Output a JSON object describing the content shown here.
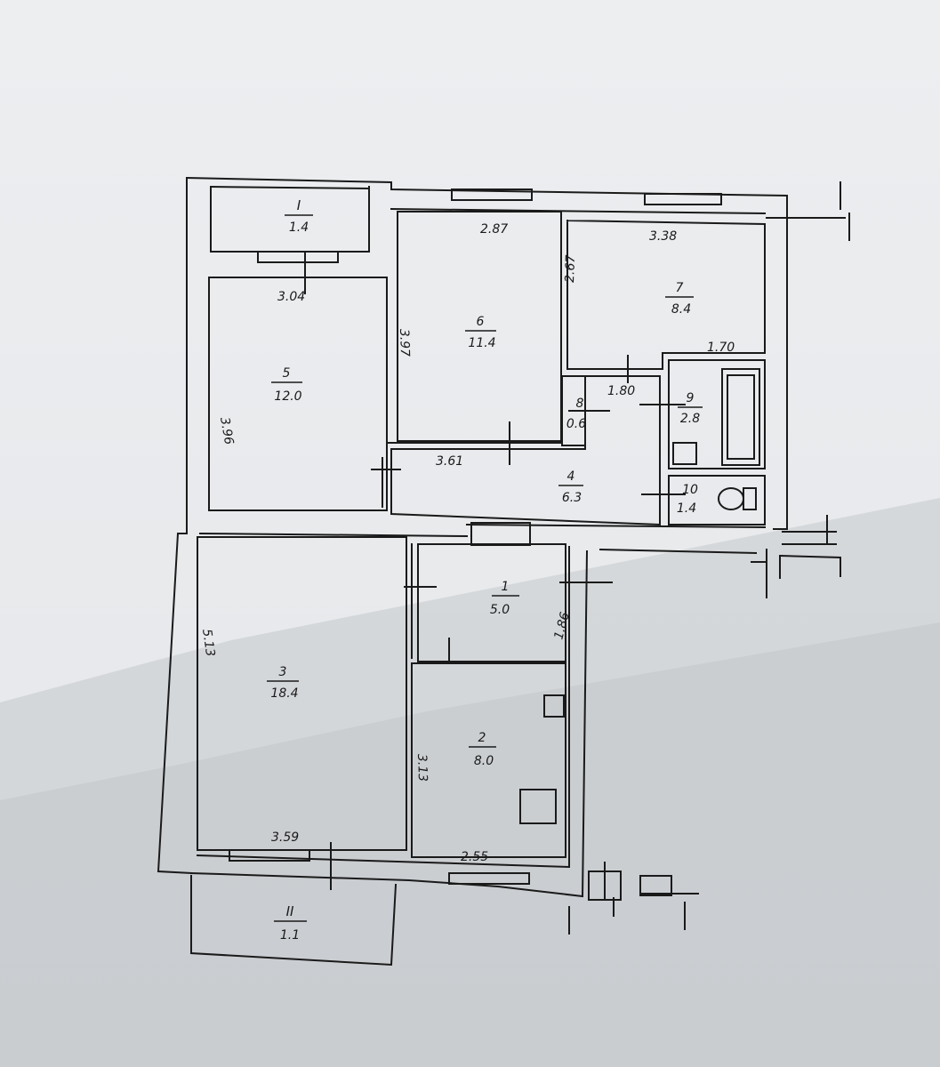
{
  "colors": {
    "paper": "#e9ebed",
    "line": "#1a1a1a",
    "shadow": "#b9bdc1"
  },
  "balconies": {
    "I": {
      "label": "I",
      "area": "1.4"
    },
    "II": {
      "label": "II",
      "area": "1.1"
    }
  },
  "rooms": {
    "r1": {
      "num": "1",
      "area": "5.0"
    },
    "r2": {
      "num": "2",
      "area": "8.0"
    },
    "r3": {
      "num": "3",
      "area": "18.4"
    },
    "r4": {
      "num": "4",
      "area": "6.3"
    },
    "r5": {
      "num": "5",
      "area": "12.0"
    },
    "r6": {
      "num": "6",
      "area": "11.4"
    },
    "r7": {
      "num": "7",
      "area": "8.4"
    },
    "r8": {
      "num": "8",
      "area": "0.6"
    },
    "r9": {
      "num": "9",
      "area": "2.8"
    },
    "r10": {
      "num": "10",
      "area": "1.4"
    }
  },
  "dimensions": {
    "d304": "3.04",
    "d396": "3.96",
    "d397": "3.97",
    "d287": "2.87",
    "d338": "3.38",
    "d267": "2.67",
    "d170": "1.70",
    "d180": "1.80",
    "d361": "3.61",
    "d513": "5.13",
    "d186": "1.86",
    "d313": "3.13",
    "d359": "3.59",
    "d255": "2.55"
  }
}
